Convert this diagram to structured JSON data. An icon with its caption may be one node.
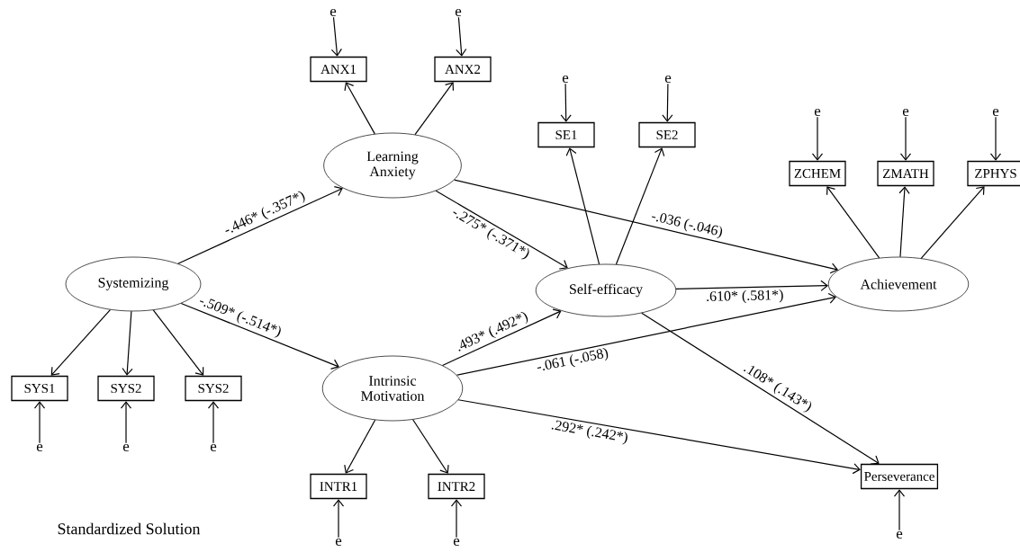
{
  "diagram": {
    "nodes": [
      {
        "text": [
          "e"
        ]
      },
      {
        "text": [
          "e"
        ]
      },
      {
        "text": [
          "ANX1"
        ]
      },
      {
        "text": [
          "ANX2"
        ]
      },
      {
        "text": [
          "Learning Anxiety"
        ]
      },
      {
        "text": [
          "e"
        ]
      },
      {
        "text": [
          "e"
        ]
      },
      {
        "text": [
          "SE1"
        ]
      },
      {
        "text": [
          "SE2"
        ]
      },
      {
        "text": [
          "e"
        ]
      },
      {
        "text": [
          "e"
        ]
      },
      {
        "text": [
          "e"
        ]
      },
      {
        "text": [
          "ZCHEM"
        ]
      },
      {
        "text": [
          "ZMATH"
        ]
      },
      {
        "text": [
          "ZPHYS"
        ]
      },
      {
        "text": [
          "Systemizing"
        ]
      },
      {
        "text": [
          "Self-efficacy"
        ]
      },
      {
        "text": [
          "Achievement"
        ]
      },
      {
        "text": [
          "SYS1"
        ]
      },
      {
        "text": [
          "SYS2"
        ]
      },
      {
        "text": [
          "SYS2"
        ]
      },
      {
        "text": [
          "Intrinsic Motivation"
        ]
      },
      {
        "text": [
          "e"
        ]
      },
      {
        "text": [
          "e"
        ]
      },
      {
        "text": [
          "e"
        ]
      },
      {
        "text": [
          "INTR1"
        ]
      },
      {
        "text": [
          "INTR2"
        ]
      },
      {
        "text": [
          "Perseverance"
        ]
      },
      {
        "text": [
          "e"
        ]
      },
      {
        "text": [
          "e"
        ]
      },
      {
        "text": [
          "e"
        ]
      }
    ],
    "edges": [
      {
        "from": 0,
        "to": 2,
        "arrow": "to"
      },
      {
        "from": 1,
        "to": 3,
        "arrow": "to"
      },
      {
        "from": 4,
        "to": 2,
        "arrow": "to"
      },
      {
        "from": 4,
        "to": 3,
        "arrow": "to"
      },
      {
        "from": 5,
        "to": 7,
        "arrow": "to"
      },
      {
        "from": 6,
        "to": 8,
        "arrow": "to"
      },
      {
        "from": 16,
        "to": 7,
        "arrow": "to"
      },
      {
        "from": 16,
        "to": 8,
        "arrow": "to"
      },
      {
        "from": 9,
        "to": 12,
        "arrow": "to"
      },
      {
        "from": 10,
        "to": 13,
        "arrow": "to"
      },
      {
        "from": 11,
        "to": 14,
        "arrow": "to"
      },
      {
        "from": 17,
        "to": 12,
        "arrow": "to"
      },
      {
        "from": 17,
        "to": 13,
        "arrow": "to"
      },
      {
        "from": 17,
        "to": 14,
        "arrow": "to"
      },
      {
        "from": 15,
        "to": 4,
        "arrow": "to",
        "label": "-.446* (-.357*)"
      },
      {
        "from": 15,
        "to": 21,
        "arrow": "to",
        "label": "-.509* (-.514*)"
      },
      {
        "from": 4,
        "to": 16,
        "arrow": "to",
        "label": "-.275* (-.371*)"
      },
      {
        "from": 4,
        "to": 17,
        "arrow": "to",
        "label": "-.036 (-.046)"
      },
      {
        "from": 21,
        "to": 16,
        "arrow": "to",
        "label": ".493* (.492*)"
      },
      {
        "from": 16,
        "to": 17,
        "arrow": "to",
        "label": ".610* (.581*)"
      },
      {
        "from": 21,
        "to": 17,
        "arrow": "to",
        "label": "-.061 (-.058)"
      },
      {
        "from": 16,
        "to": 27,
        "arrow": "to",
        "label": ".108* (.143*)"
      },
      {
        "from": 21,
        "to": 27,
        "arrow": "to",
        "label": ".292* (.242*)"
      },
      {
        "from": 15,
        "to": 18,
        "arrow": "to"
      },
      {
        "from": 15,
        "to": 19,
        "arrow": "to"
      },
      {
        "from": 15,
        "to": 20,
        "arrow": "to"
      },
      {
        "from": 22,
        "to": 18,
        "arrow": "to"
      },
      {
        "from": 23,
        "to": 19,
        "arrow": "to"
      },
      {
        "from": 24,
        "to": 20,
        "arrow": "to"
      },
      {
        "from": 21,
        "to": 25,
        "arrow": "to"
      },
      {
        "from": 21,
        "to": 26,
        "arrow": "to"
      },
      {
        "from": 28,
        "to": 25,
        "arrow": "to"
      },
      {
        "from": 29,
        "to": 26,
        "arrow": "to"
      },
      {
        "from": 30,
        "to": 27,
        "arrow": "to"
      }
    ],
    "labels": [
      "Standardized Solution"
    ]
  }
}
